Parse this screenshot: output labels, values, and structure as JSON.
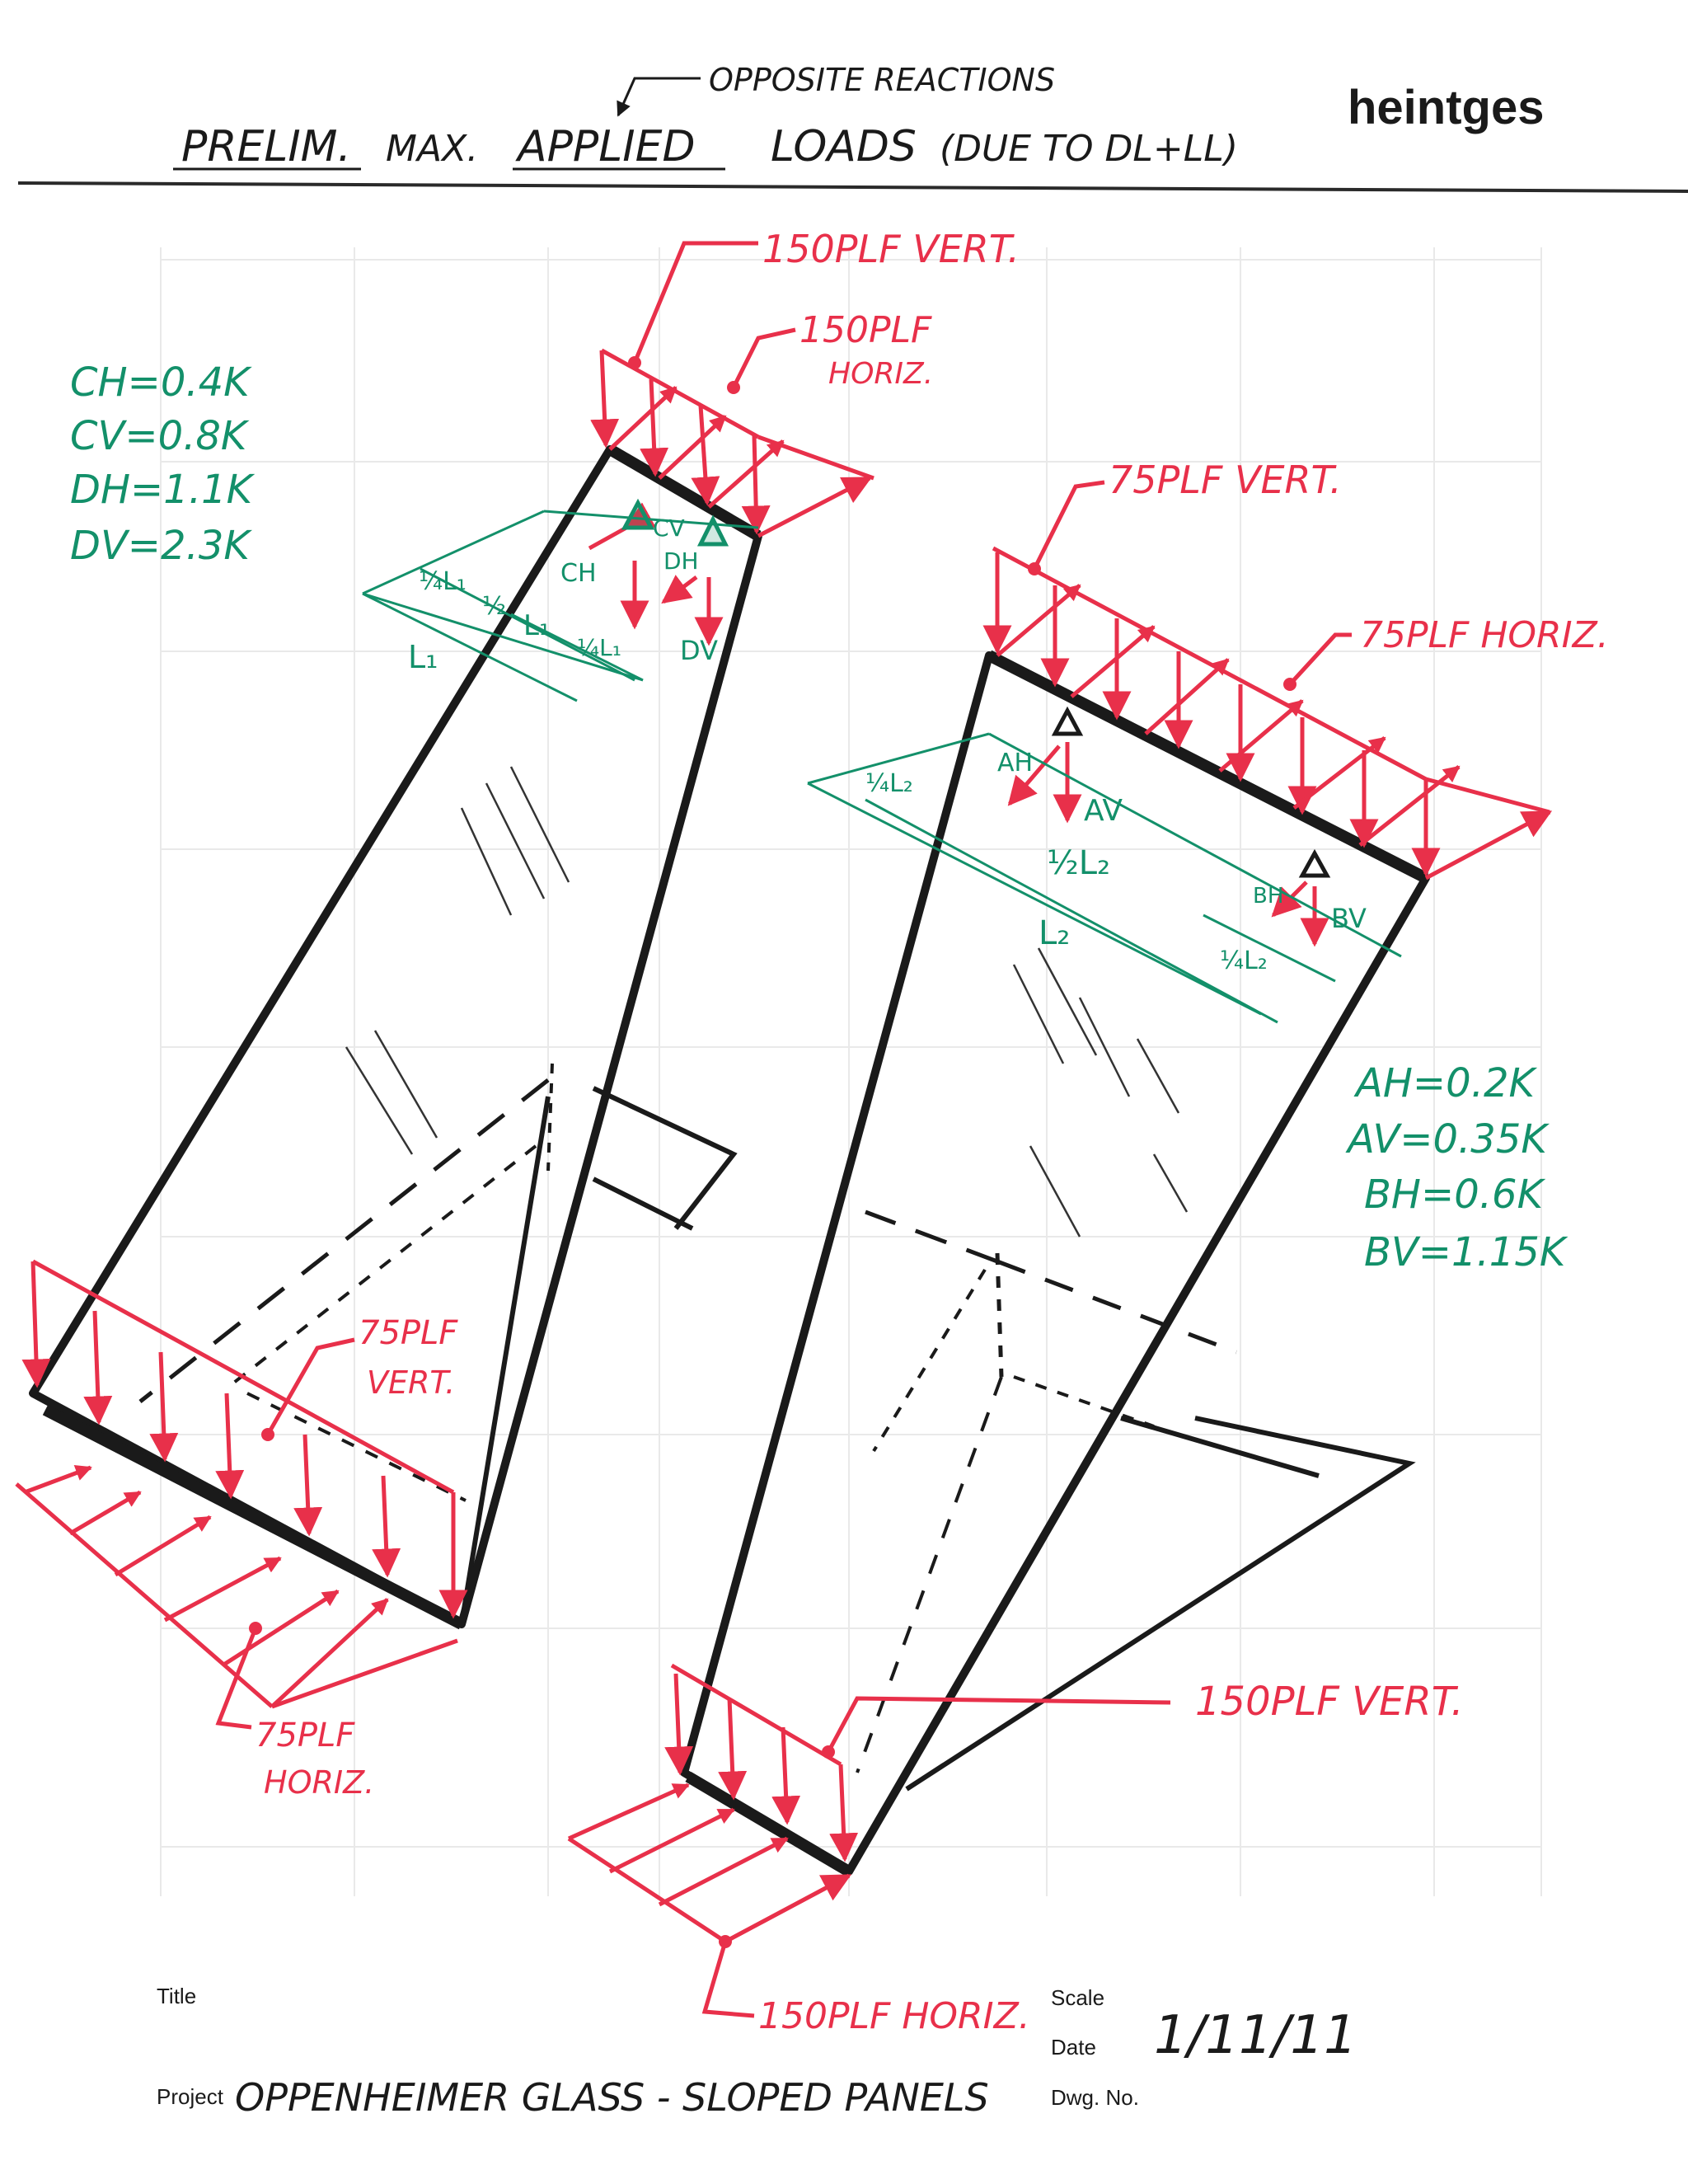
{
  "sheet": {
    "logo": "heintges",
    "header_title_a": "PRELIM.",
    "header_title_b": "MAX.",
    "header_title_c": "APPLIED",
    "header_title_d": "LOADS",
    "header_title_e": "(DUE TO DL+LL)",
    "header_note": "OPPOSITE REACTIONS",
    "title_label": "Title",
    "scale_label": "Scale",
    "date_label": "Date",
    "dwg_label": "Dwg. No.",
    "project_label": "Project",
    "project_value": "OPPENHEIMER GLASS - SLOPED PANELS",
    "date_value": "1/11/11"
  },
  "left_panel": {
    "top_vert_load": "150PLF VERT.",
    "top_horiz_load_1": "150PLF",
    "top_horiz_load_2": "HORIZ.",
    "bottom_vert_load_1": "75PLF",
    "bottom_vert_load_2": "VERT.",
    "bottom_horiz_load_1": "75PLF",
    "bottom_horiz_load_2": "HORIZ.",
    "reactions": [
      "CH=0.4K",
      "CV=0.8K",
      "DH=1.1K",
      "DV=2.3K"
    ],
    "labels": {
      "quarter_l1_a": "¼L₁",
      "half": "½",
      "l1_mid": "L₁",
      "quarter_l1_b": "¼L₁",
      "l1": "L₁",
      "cv": "CV",
      "ch": "CH",
      "dh": "DH",
      "dv": "DV"
    }
  },
  "right_panel": {
    "top_vert_load": "75PLF VERT.",
    "top_horiz_load": "75PLF HORIZ.",
    "bottom_vert_load": "150PLF VERT.",
    "bottom_horiz_load": "150PLF HORIZ.",
    "reactions": [
      "AH=0.2K",
      "AV=0.35K",
      "BH=0.6K",
      "BV=1.15K"
    ],
    "labels": {
      "quarter_l2_a": "¼L₂",
      "half_l2": "½L₂",
      "l2": "L₂",
      "quarter_l2_b": "¼L₂",
      "ah": "AH",
      "av": "AV",
      "bh": "BH",
      "bv": "BV"
    }
  },
  "colors": {
    "ink": "#1a1a1a",
    "load_red": "#e8304a",
    "dim_green": "#13906a",
    "grid": "#e6e6e6"
  }
}
